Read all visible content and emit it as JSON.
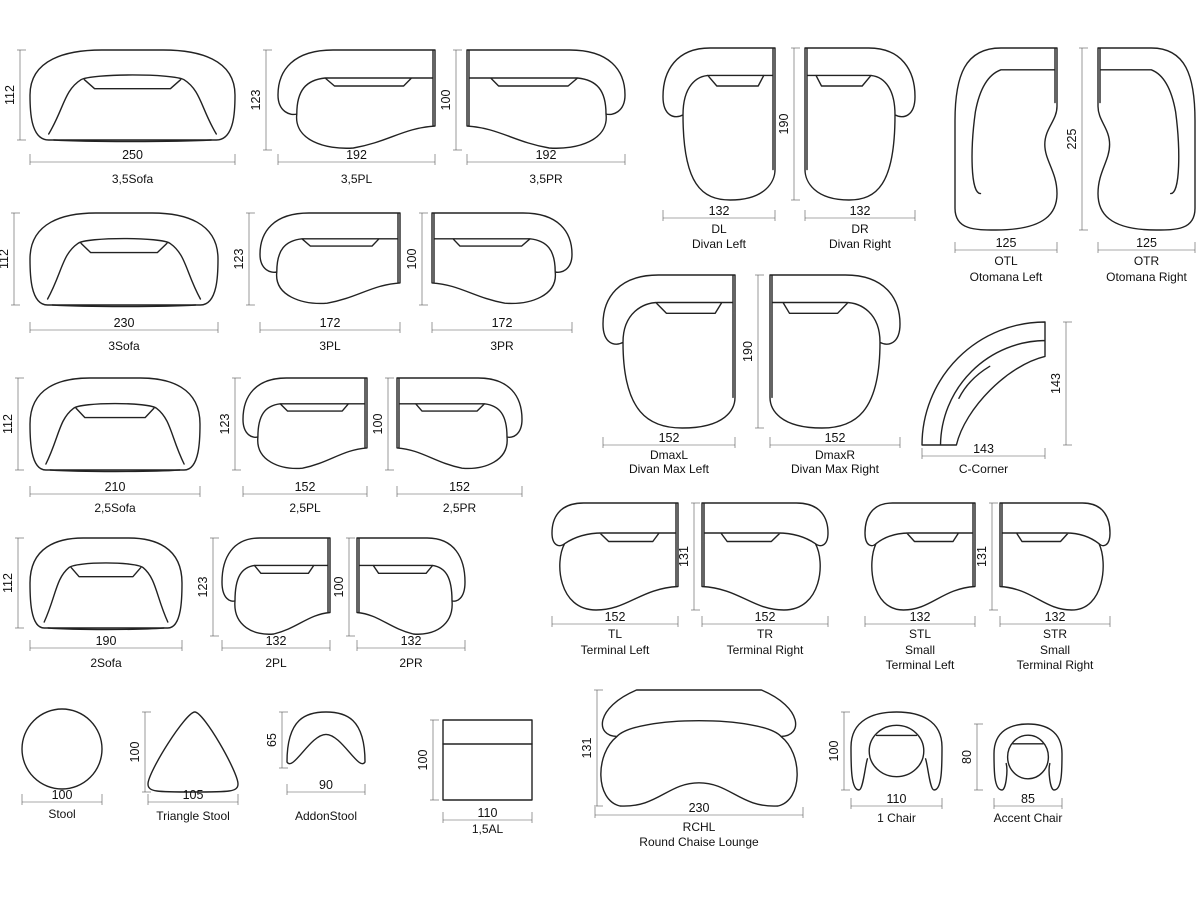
{
  "colors": {
    "background": "#ffffff",
    "outline": "#222222",
    "text": "#111111"
  },
  "items": [
    {
      "id": "s35",
      "shape": "sofa",
      "width_label": "250",
      "depth_label": "112",
      "labels": [
        "3,5Sofa"
      ]
    },
    {
      "id": "pl35",
      "shape": "part-left",
      "width_label": "192",
      "depth_label": "123",
      "labels": [
        "3,5PL"
      ]
    },
    {
      "id": "pr35",
      "shape": "part-right",
      "width_label": "192",
      "depth_label": "100",
      "labels": [
        "3,5PR"
      ]
    },
    {
      "id": "s3",
      "shape": "sofa",
      "width_label": "230",
      "depth_label": "112",
      "labels": [
        "3Sofa"
      ]
    },
    {
      "id": "pl3",
      "shape": "part-left",
      "width_label": "172",
      "depth_label": "123",
      "labels": [
        "3PL"
      ]
    },
    {
      "id": "pr3",
      "shape": "part-right",
      "width_label": "172",
      "depth_label": "100",
      "labels": [
        "3PR"
      ]
    },
    {
      "id": "s25",
      "shape": "sofa",
      "width_label": "210",
      "depth_label": "112",
      "labels": [
        "2,5Sofa"
      ]
    },
    {
      "id": "pl25",
      "shape": "part-left",
      "width_label": "152",
      "depth_label": "123",
      "labels": [
        "2,5PL"
      ]
    },
    {
      "id": "pr25",
      "shape": "part-right",
      "width_label": "152",
      "depth_label": "100",
      "labels": [
        "2,5PR"
      ]
    },
    {
      "id": "s2",
      "shape": "sofa",
      "width_label": "190",
      "depth_label": "112",
      "labels": [
        "2Sofa"
      ]
    },
    {
      "id": "pl2",
      "shape": "part-left",
      "width_label": "132",
      "depth_label": "123",
      "labels": [
        "2PL"
      ]
    },
    {
      "id": "pr2",
      "shape": "part-right",
      "width_label": "132",
      "depth_label": "100",
      "labels": [
        "2PR"
      ]
    },
    {
      "id": "dl",
      "shape": "divan-left",
      "width_label": "132",
      "depth_label": "",
      "labels": [
        "DL",
        "Divan Left"
      ]
    },
    {
      "id": "dr",
      "shape": "divan-right",
      "width_label": "132",
      "depth_label": "190",
      "labels": [
        "DR",
        "Divan Right"
      ]
    },
    {
      "id": "otl",
      "shape": "otomana-left",
      "width_label": "125",
      "depth_label": "",
      "labels": [
        "OTL",
        "Otomana Left"
      ]
    },
    {
      "id": "otr",
      "shape": "otomana-right",
      "width_label": "125",
      "depth_label": "225",
      "labels": [
        "OTR",
        "Otomana Right"
      ]
    },
    {
      "id": "dmaxl",
      "shape": "divan-left",
      "width_label": "152",
      "depth_label": "",
      "labels": [
        "DmaxL",
        "Divan Max Left"
      ]
    },
    {
      "id": "dmaxr",
      "shape": "divan-right",
      "width_label": "152",
      "depth_label": "190",
      "labels": [
        "DmaxR",
        "Divan Max Right"
      ]
    },
    {
      "id": "ccorner",
      "shape": "corner",
      "width_label": "143",
      "depth_label": "143",
      "labels": [
        "C-Corner"
      ]
    },
    {
      "id": "tl",
      "shape": "terminal-left",
      "width_label": "152",
      "depth_label": "",
      "labels": [
        "TL",
        "Terminal Left"
      ]
    },
    {
      "id": "tr",
      "shape": "terminal-right",
      "width_label": "152",
      "depth_label": "131",
      "labels": [
        "TR",
        "Terminal Right"
      ]
    },
    {
      "id": "stl",
      "shape": "terminal-left",
      "width_label": "132",
      "depth_label": "",
      "labels": [
        "STL",
        "Small",
        "Terminal Left"
      ]
    },
    {
      "id": "str",
      "shape": "terminal-right",
      "width_label": "132",
      "depth_label": "131",
      "labels": [
        "STR",
        "Small",
        "Terminal Right"
      ]
    },
    {
      "id": "stool",
      "shape": "stool",
      "width_label": "100",
      "depth_label": "",
      "labels": [
        "Stool"
      ]
    },
    {
      "id": "tstool",
      "shape": "triangle-stool",
      "width_label": "105",
      "depth_label": "100",
      "labels": [
        "Triangle Stool"
      ]
    },
    {
      "id": "addon",
      "shape": "addon-stool",
      "width_label": "90",
      "depth_label": "65",
      "labels": [
        "AddonStool"
      ]
    },
    {
      "id": "al15",
      "shape": "armless",
      "width_label": "110",
      "depth_label": "100",
      "labels": [
        "1,5AL"
      ]
    },
    {
      "id": "rchl",
      "shape": "chaise-lounge",
      "width_label": "230",
      "depth_label": "131",
      "labels": [
        "RCHL",
        "Round Chaise Lounge"
      ]
    },
    {
      "id": "chair1",
      "shape": "chair",
      "width_label": "110",
      "depth_label": "100",
      "labels": [
        "1 Chair"
      ]
    },
    {
      "id": "accent",
      "shape": "accent-chair",
      "width_label": "85",
      "depth_label": "80",
      "labels": [
        "Accent Chair"
      ]
    }
  ]
}
